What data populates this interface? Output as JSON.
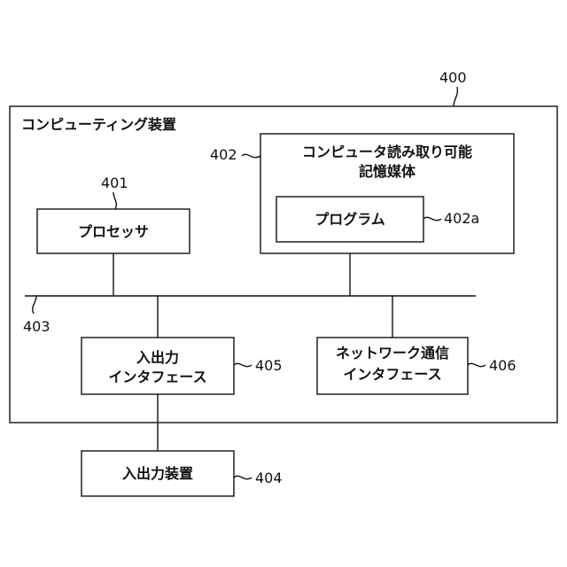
{
  "diagram": {
    "outer_label": "コンピューティング装置",
    "outer_ref": "400",
    "processor": {
      "label": "プロセッサ",
      "ref": "401"
    },
    "storage": {
      "line1": "コンピュータ読み取り可能",
      "line2": "記憶媒体",
      "ref": "402"
    },
    "program": {
      "label": "プログラム",
      "ref": "402a"
    },
    "bus_ref": "403",
    "io_interface": {
      "line1": "入出力",
      "line2": "インタフェース",
      "ref": "405"
    },
    "network_interface": {
      "line1": "ネットワーク通信",
      "line2": "インタフェース",
      "ref": "406"
    },
    "io_device": {
      "label": "入出力装置",
      "ref": "404"
    }
  }
}
